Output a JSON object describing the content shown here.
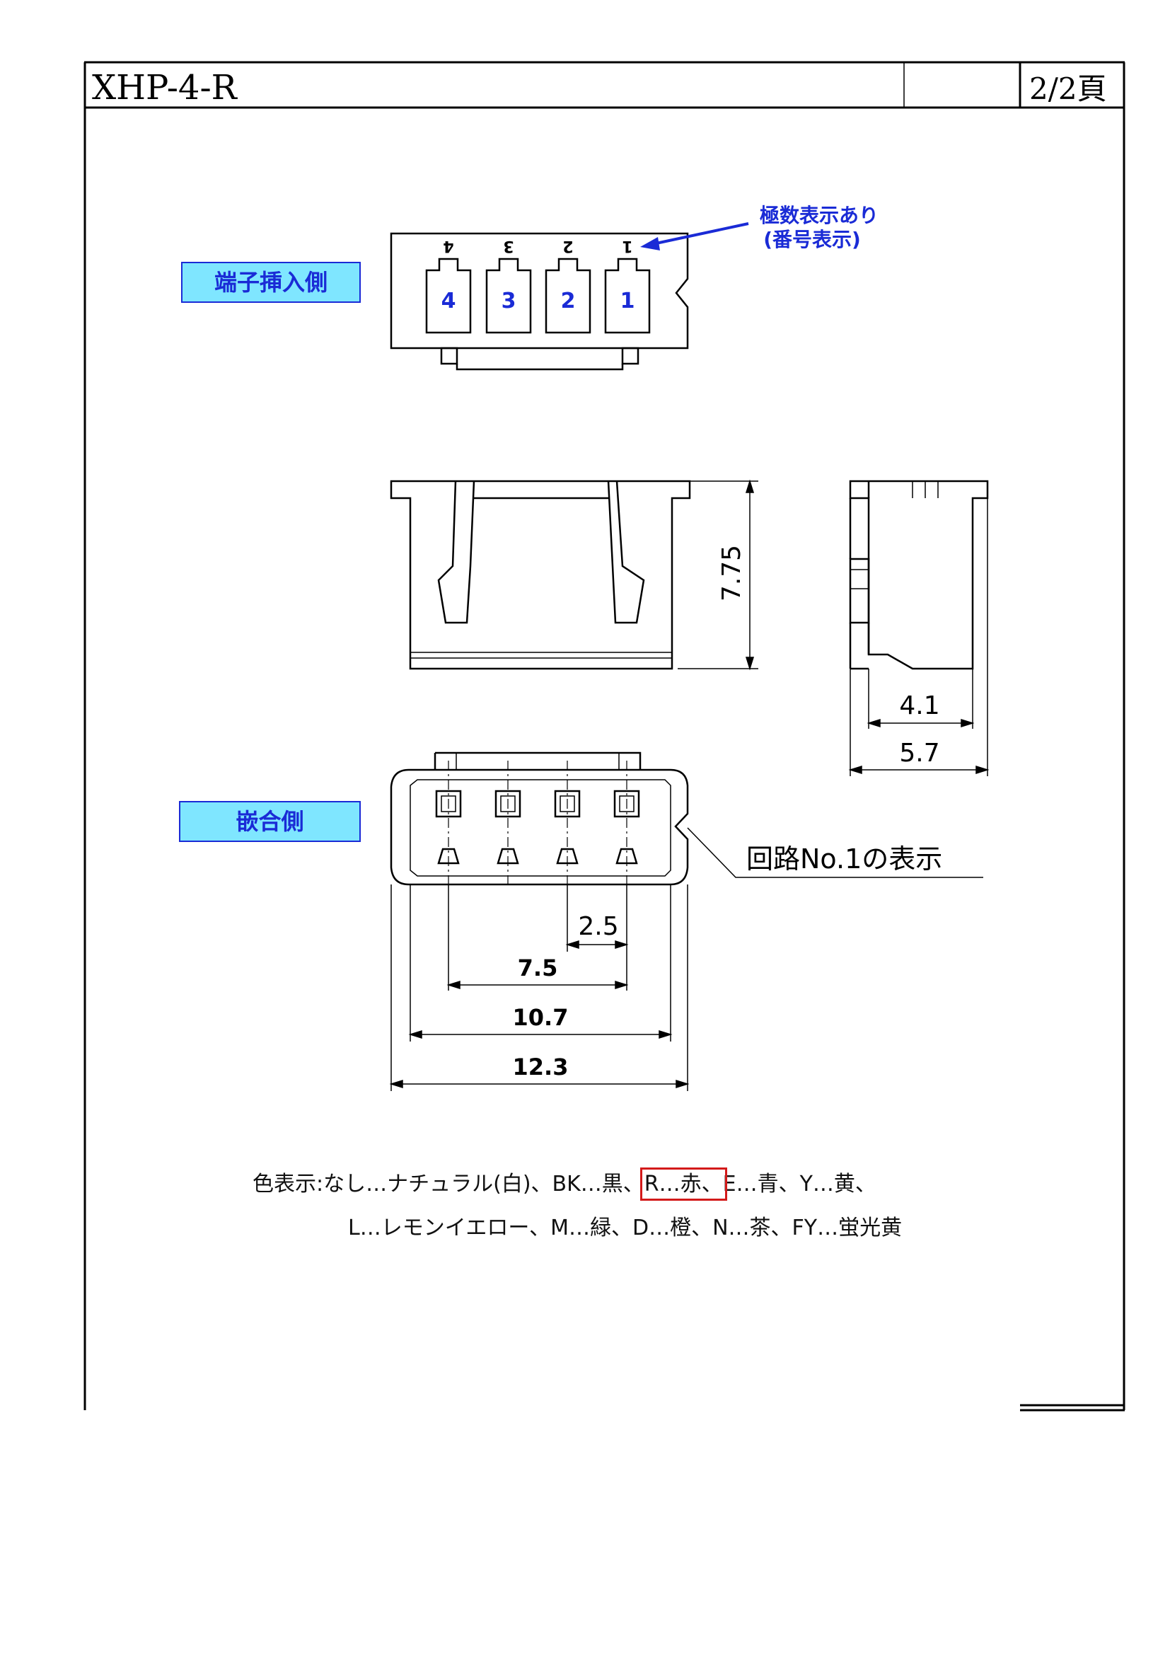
{
  "header": {
    "part_number": "XHP-4-R",
    "page": "2/2頁"
  },
  "views": {
    "terminal_side_label": "端子挿入側",
    "mating_side_label": "嵌合側",
    "polarity_note_line1": "極数表示あり",
    "polarity_note_line2": "(番号表示)",
    "circuit_note": "回路No.1の表示",
    "pin_numbers": [
      "4",
      "3",
      "2",
      "1"
    ],
    "top_pin_marks": [
      "4",
      "3",
      "2",
      "1"
    ]
  },
  "dimensions": {
    "height": "7.75",
    "depth_inner": "4.1",
    "depth_outer": "5.7",
    "pitch": "2.5",
    "span": "7.5",
    "inner_width": "10.7",
    "outer_width": "12.3"
  },
  "color_codes": {
    "prefix": "色表示:",
    "line1_a": "なし…ナチュラル(白)、BK…黒、",
    "line1_highlight": "R…赤、",
    "line1_b": "E…青、Y…黄、",
    "line2": "L…レモンイエロー、M…緑、D…橙、N…茶、FY…蛍光黄"
  },
  "colors": {
    "accent_blue": "#1a2bd6",
    "label_fill": "#7fe6ff",
    "highlight_red": "#d31a1a"
  }
}
